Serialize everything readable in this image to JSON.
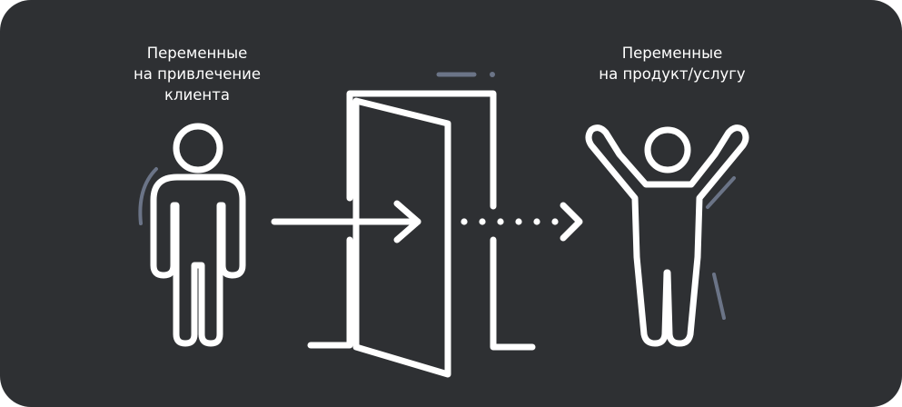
{
  "labels": {
    "left": [
      "Переменные",
      "на привлечение",
      "клиента"
    ],
    "right": [
      "Переменные",
      "на продукт/услугу"
    ]
  },
  "colors": {
    "background": "#2e3033",
    "stroke": "#ffffff",
    "accent": "#6b7487"
  },
  "icons": {
    "left_figure": "standing-person-icon",
    "door": "open-door-icon",
    "right_figure": "cheering-person-icon",
    "arrow_solid": "solid-arrow-icon",
    "arrow_dotted": "dotted-arrow-icon"
  }
}
